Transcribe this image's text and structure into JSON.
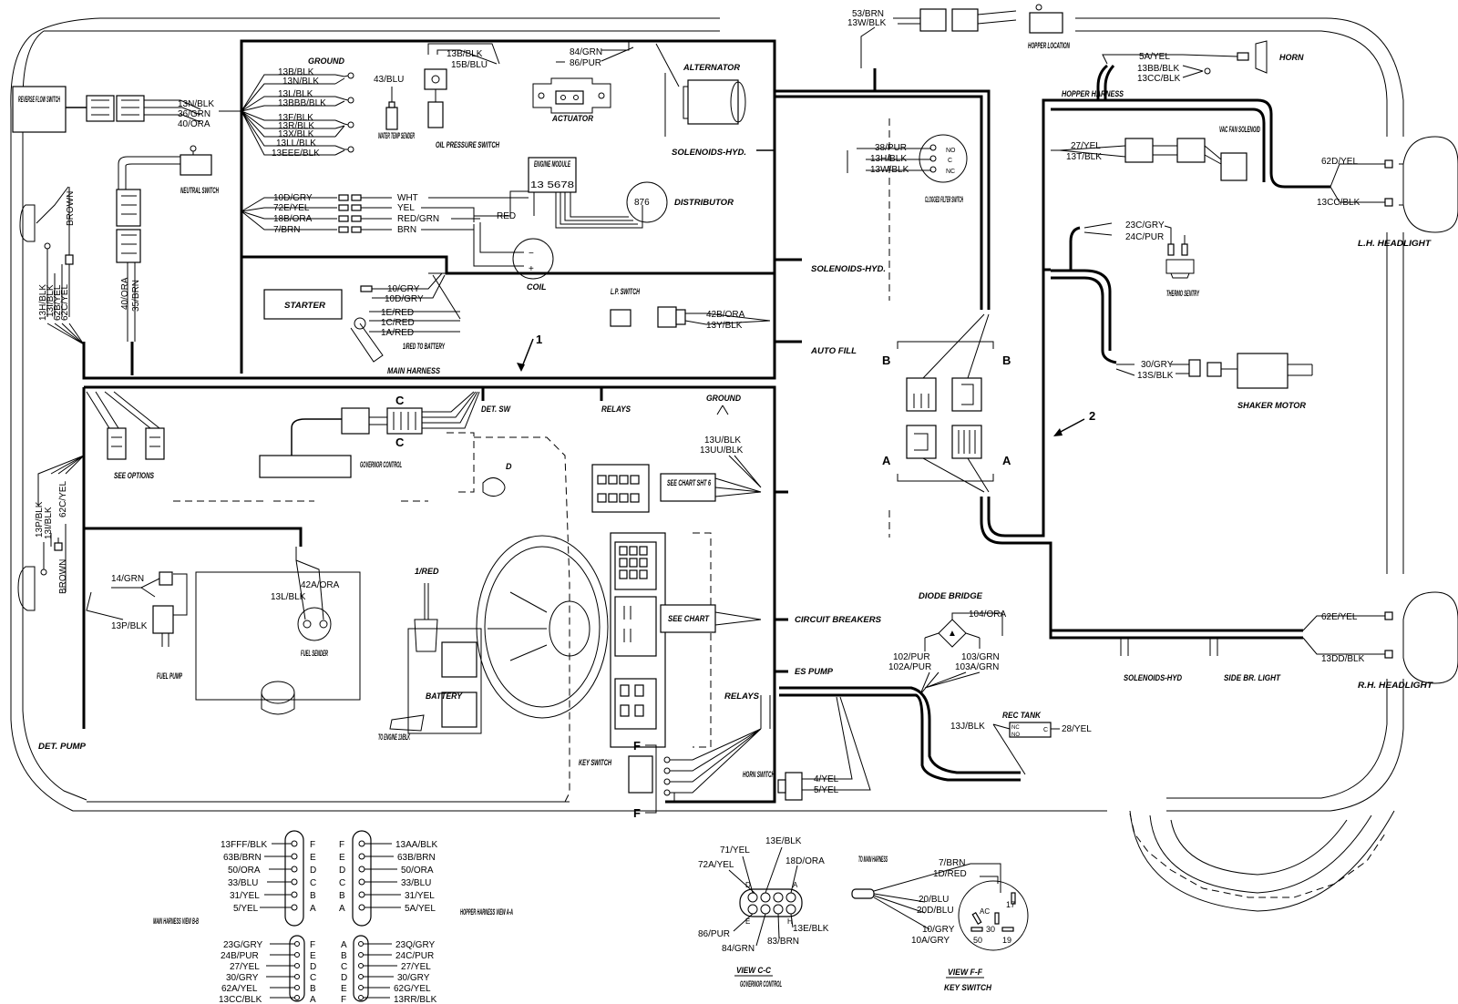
{
  "components": {
    "reverse_flow_switch": "REVERSE FLOW SWITCH",
    "neutral_switch": "NEUTRAL SWITCH",
    "ground": "GROUND",
    "water_temp_sender": "WATER TEMP SENDER",
    "oil_pressure_switch": "OIL PRESSURE SWITCH",
    "actuator": "ACTUATOR",
    "alternator": "ALTERNATOR",
    "solenoids_hyd": "SOLENOIDS-HYD.",
    "engine_module": "ENGINE MODULE",
    "engine_module_pins": "13 5678",
    "distributor": "DISTRIBUTOR",
    "distributor_pins": "876",
    "coil": "COIL",
    "starter": "STARTER",
    "to_battery": "1/RED TO BATTERY",
    "lp_switch": "L.P. SWITCH",
    "auto_fill": "AUTO FILL",
    "main_harness": "MAIN HARNESS",
    "det_sw": "DET. SW",
    "relays": "RELAYS",
    "see_options": "SEE OPTIONS",
    "governor_control": "GOVERNOR CONTROL",
    "see_chart_sht6": "SEE CHART SHT 6",
    "see_chart": "SEE CHART",
    "circuit_breakers": "CIRCUIT BREAKERS",
    "es_pump": "ES PUMP",
    "fuel_pump": "FUEL PUMP",
    "fuel_sender": "FUEL SENDER",
    "battery": "BATTERY",
    "battery_red": "1/RED",
    "to_engine": "TO ENGINE 13/BLK",
    "key_switch": "KEY SWITCH",
    "horn_switch": "HORN SWITCH",
    "det_pump": "DET. PUMP",
    "hopper_location": "HOPPER LOCATION",
    "horn": "HORN",
    "hopper_harness": "HOPPER HARNESS",
    "vac_fan_solenoid": "VAC FAN SOLENOID",
    "lh_headlight": "L.H. HEADLIGHT",
    "rh_headlight": "R.H. HEADLIGHT",
    "clogged_filter_switch": "CLOGGED FILTER SWITCH",
    "thermo_sentry": "THERMO SENTRY",
    "shaker_motor": "SHAKER MOTOR",
    "diode_bridge": "DIODE BRIDGE",
    "rec_tank": "REC TANK",
    "solenoids_hyd_bottom": "SOLENOIDS-HYD",
    "side_br_light": "SIDE BR. LIGHT",
    "callout_1": "1",
    "callout_2": "2",
    "letter_a": "A",
    "letter_b": "B",
    "letter_c": "C",
    "letter_d": "D",
    "letter_f": "F"
  },
  "wires": {
    "reverse_flow": [
      "13N/BLK",
      "36/GRN",
      "40/ORA"
    ],
    "ground_group": [
      "13B/BLK",
      "13N/BLK",
      "13L/BLK",
      "13BBB/BLK",
      "13F/BLK",
      "13R/BLK",
      "13X/BLK",
      "13LL/BLK",
      "13EEE/BLK"
    ],
    "water_temp": "43/BLU",
    "oil_pressure": [
      "13B/BLK",
      "15B/BLU"
    ],
    "actuator": [
      "84/GRN",
      "86/PUR"
    ],
    "engine_left": [
      "10D/GRY",
      "72E/YEL",
      "18B/ORA",
      "7/BRN"
    ],
    "engine_right": [
      "WHT",
      "YEL",
      "RED/GRN",
      "BRN"
    ],
    "coil_red": "RED",
    "starter_top": [
      "10/GRY",
      "10D/GRY"
    ],
    "starter_bottom": [
      "1E/RED",
      "1C/RED",
      "1A/RED"
    ],
    "lp_switch": [
      "42B/ORA",
      "13Y/BLK"
    ],
    "left_light_top": [
      "13H/BLK",
      "13I/BLK",
      "62B/YEL",
      "62C/YEL",
      "BROWN"
    ],
    "neutral": [
      "40/ORA",
      "35/BRN"
    ],
    "left_light_bottom": [
      "13P/BLK",
      "13I/BLK",
      "62C/YEL",
      "BROWN"
    ],
    "fuel_pump": [
      "14/GRN",
      "13P/BLK"
    ],
    "fuel_sender": [
      "42A/ORA",
      "13L/BLK"
    ],
    "relay_ground": [
      "GROUND",
      "13U/BLK",
      "13UU/BLK"
    ],
    "horn_switch": [
      "4/YEL",
      "5/YEL"
    ],
    "hopper_location": [
      "53/BRN",
      "13W/BLK"
    ],
    "horn": [
      "5A/YEL",
      "13BB/BLK",
      "13CC/BLK"
    ],
    "clogged_filter": [
      "38/PUR",
      "13H/BLK",
      "13W/BLK"
    ],
    "clogged_pins": [
      "NO",
      "C",
      "NC"
    ],
    "vac_fan": [
      "27/YEL",
      "13T/BLK"
    ],
    "lh_headlight": [
      "62D/YEL",
      "13CC/BLK"
    ],
    "thermo": [
      "23C/GRY",
      "24C/PUR"
    ],
    "shaker": [
      "30/GRY",
      "13S/BLK"
    ],
    "rh_headlight": [
      "62E/YEL",
      "13DD/BLK"
    ],
    "diode_bridge": [
      "104/ORA",
      "102/PUR",
      "102A/PUR",
      "103/GRN",
      "103A/GRN"
    ],
    "rec_tank": [
      "13J/BLK",
      "28/YEL"
    ],
    "rec_tank_pins": [
      "NC",
      "NO",
      "C"
    ]
  },
  "connector_views": {
    "main_b": {
      "title": "MAIN HARNESS VIEW B-B",
      "top_wires": [
        "13FFF/BLK",
        "63B/BRN",
        "50/ORA",
        "33/BLU",
        "31/YEL",
        "5/YEL"
      ],
      "top_letters": [
        "F",
        "E",
        "D",
        "C",
        "B",
        "A"
      ],
      "bottom_wires": [
        "23G/GRY",
        "24B/PUR",
        "27/YEL",
        "30/GRY",
        "62A/YEL",
        "13CC/BLK"
      ],
      "bottom_letters": [
        "F",
        "E",
        "D",
        "C",
        "B",
        "A"
      ]
    },
    "hopper_a": {
      "title": "HOPPER HARNESS VIEW A-A",
      "top_wires": [
        "13AA/BLK",
        "63B/BRN",
        "50/ORA",
        "33/BLU",
        "31/YEL",
        "5A/YEL"
      ],
      "top_letters": [
        "F",
        "E",
        "D",
        "C",
        "B",
        "A"
      ],
      "bottom_wires": [
        "23Q/GRY",
        "24C/PUR",
        "27/YEL",
        "30/GRY",
        "62G/YEL",
        "13RR/BLK"
      ],
      "bottom_letters": [
        "A",
        "B",
        "C",
        "D",
        "E",
        "F"
      ]
    },
    "governor_c": {
      "title": "VIEW C-C",
      "subtitle": "GOVERNOR CONTROL",
      "wires": [
        "71/YEL",
        "13E/BLK",
        "72A/YEL",
        "18D/ORA",
        "86/PUR",
        "13E/BLK",
        "84/GRN",
        "83/BRN"
      ],
      "letters": [
        "D",
        "A",
        "E",
        "H"
      ]
    },
    "key_f": {
      "title": "VIEW F-F",
      "subtitle": "KEY SWITCH",
      "to_main": "TO MAIN HARNESS",
      "wires": [
        "7/BRN",
        "1D/RED",
        "20/BLU",
        "20D/BLU",
        "10/GRY",
        "10A/GRY"
      ],
      "terminals": [
        "AC",
        "30",
        "17",
        "50",
        "19"
      ]
    }
  }
}
